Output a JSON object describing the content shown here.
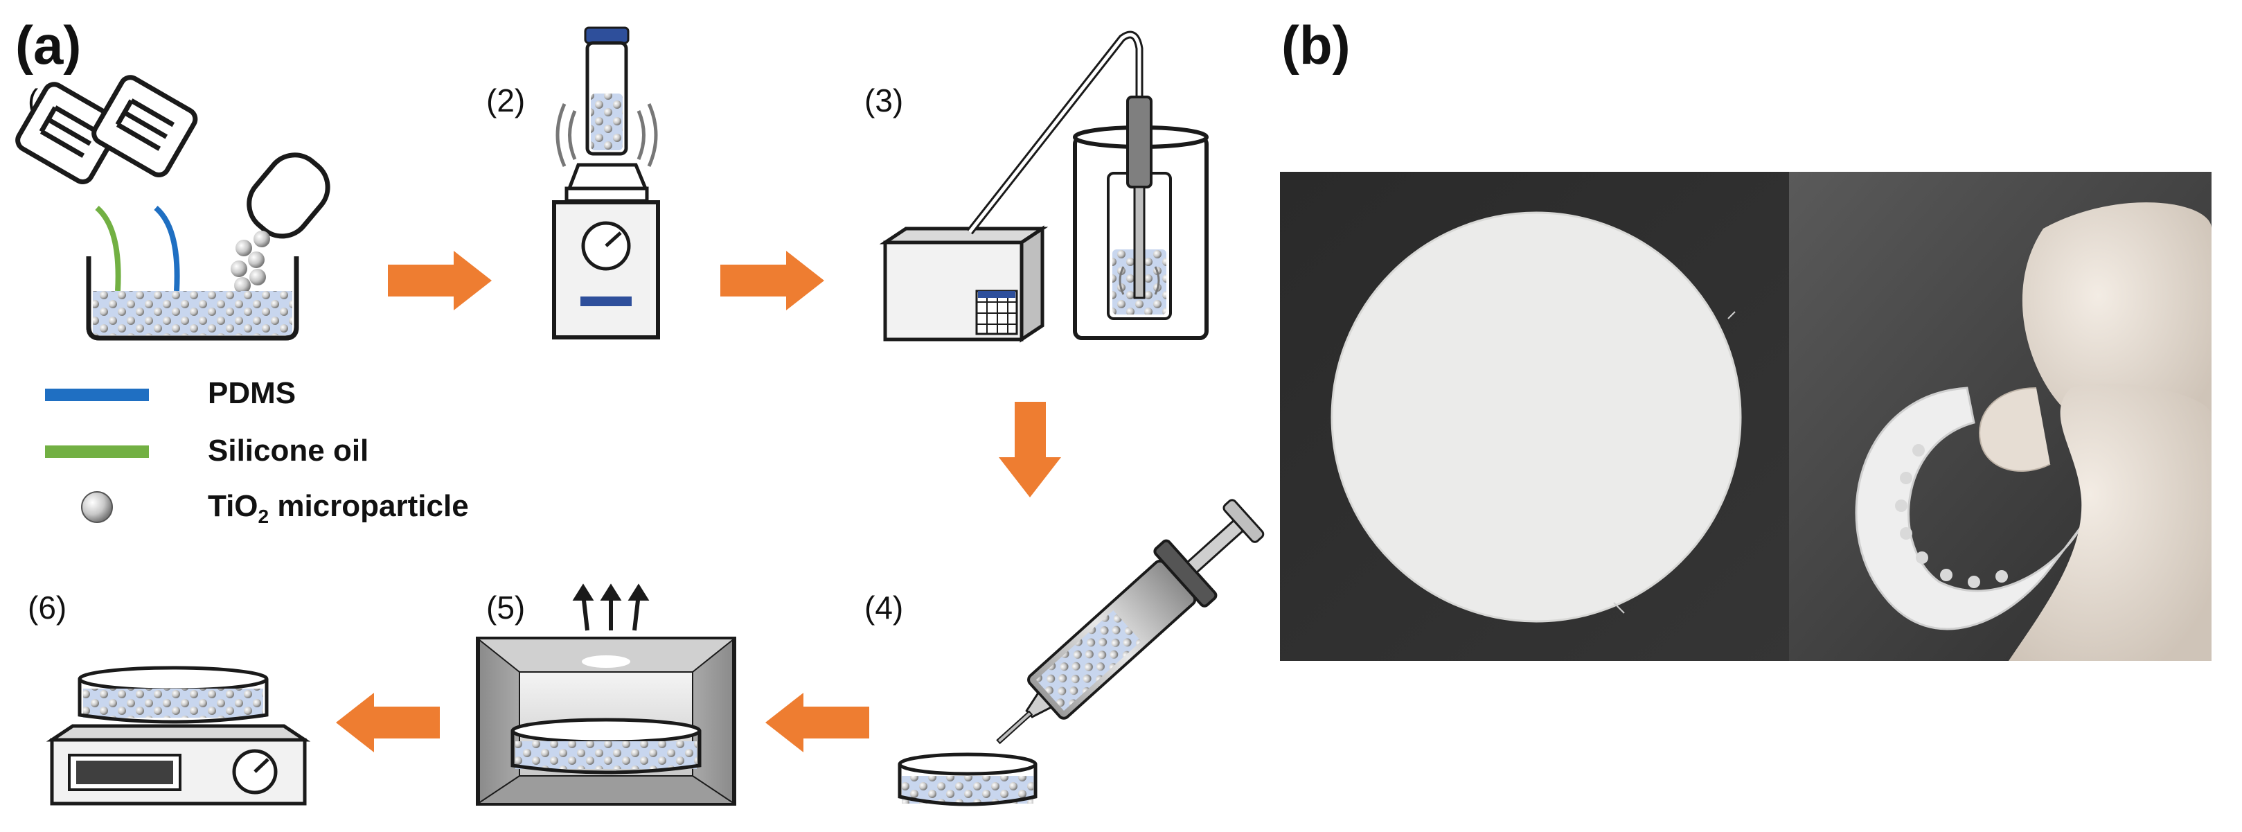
{
  "panels": {
    "a_label": "(a)",
    "b_label": "(b)"
  },
  "steps": [
    {
      "label": "(1)"
    },
    {
      "label": "(2)"
    },
    {
      "label": "(3)"
    },
    {
      "label": "(4)"
    },
    {
      "label": "(5)"
    },
    {
      "label": "(6)"
    }
  ],
  "legend": {
    "pdms": {
      "label": "PDMS",
      "color": "#1f6fc2"
    },
    "silicone": {
      "label": "Silicone oil",
      "color": "#72b043"
    },
    "tio2": {
      "label_main": "TiO",
      "label_sub": "2",
      "label_rest": " microparticle"
    }
  },
  "colors": {
    "arrow": "#ee7d31",
    "liquid": "#c8d6ee",
    "device": "#f2f2f2",
    "outline": "#1a1a1a",
    "photo_bg_left": "#2e2e2e",
    "photo_bg_right": "#3a3a3a"
  }
}
